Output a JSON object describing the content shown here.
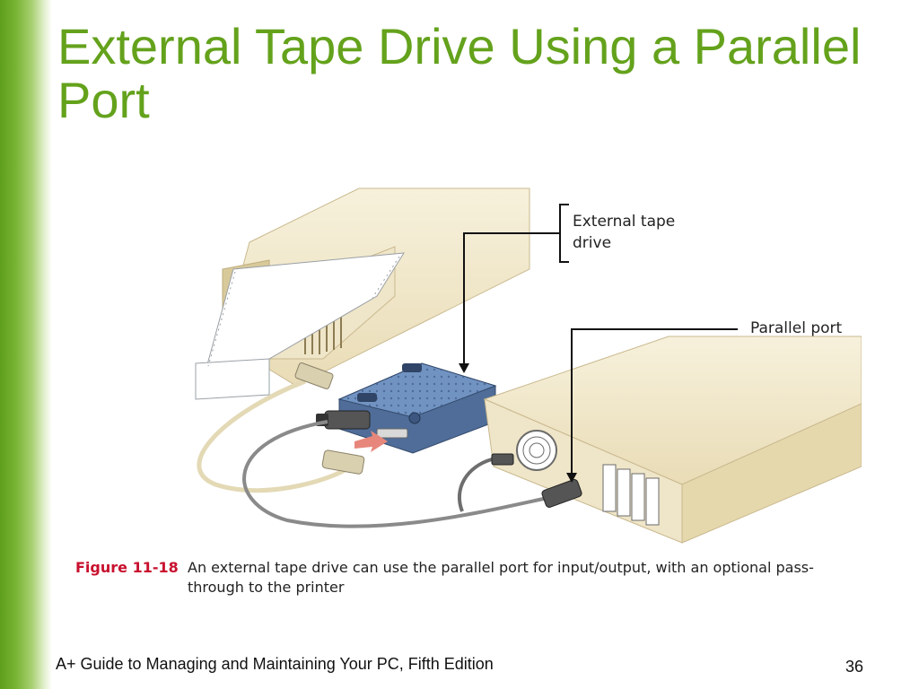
{
  "slide": {
    "title": "External Tape Drive Using a Parallel Port",
    "footer": "A+ Guide to Managing and Maintaining Your PC, Fifth Edition",
    "page_number": "36"
  },
  "figure": {
    "callouts": {
      "tape_drive": "External tape drive",
      "parallel_port": "Parallel port"
    },
    "caption_number": "Figure 11-18",
    "caption_text": "An external tape drive can use the parallel port for input/output, with an optional pass-through to the printer"
  },
  "colors": {
    "title_green": "#64a21c",
    "figure_red": "#c8102e",
    "tape_drive_blue": "#5f7fae",
    "device_beige": "#efe5c8"
  }
}
